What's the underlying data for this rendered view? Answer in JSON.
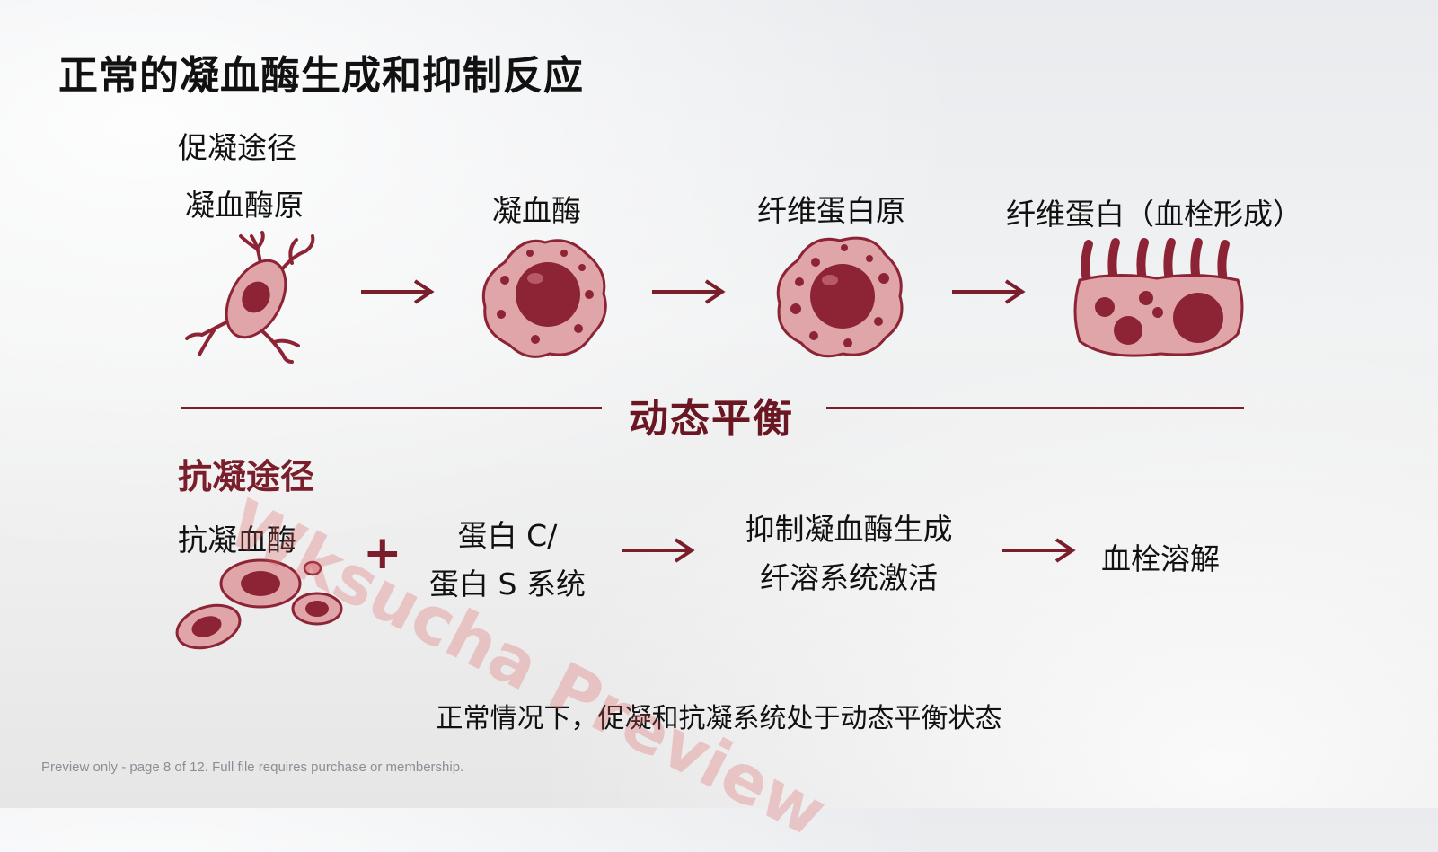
{
  "title": "正常的凝血酶生成和抑制反应",
  "procoag": {
    "heading": "促凝途径",
    "steps": [
      "凝血酶原",
      "凝血酶",
      "纤维蛋白原",
      "纤维蛋白（血栓形成）"
    ]
  },
  "balance": "动态平衡",
  "anticoag": {
    "heading": "抗凝途径",
    "item1": "抗凝血酶",
    "plus": "+",
    "item2_line1": "蛋白 C/",
    "item2_line2": "蛋白 S 系统",
    "result_line1": "抑制凝血酶生成",
    "result_line2": "纤溶系统激活",
    "final": "血栓溶解"
  },
  "note": "正常情况下，促凝和抗凝系统处于动态平衡状态",
  "footer": "Preview only - page 8 of 12. Full file requires purchase or membership.",
  "watermark": "Wksucha Preview",
  "colors": {
    "accent": "#7a1e2b",
    "cell_fill": "#e0a5a8",
    "nucleus": "#8c2435"
  }
}
